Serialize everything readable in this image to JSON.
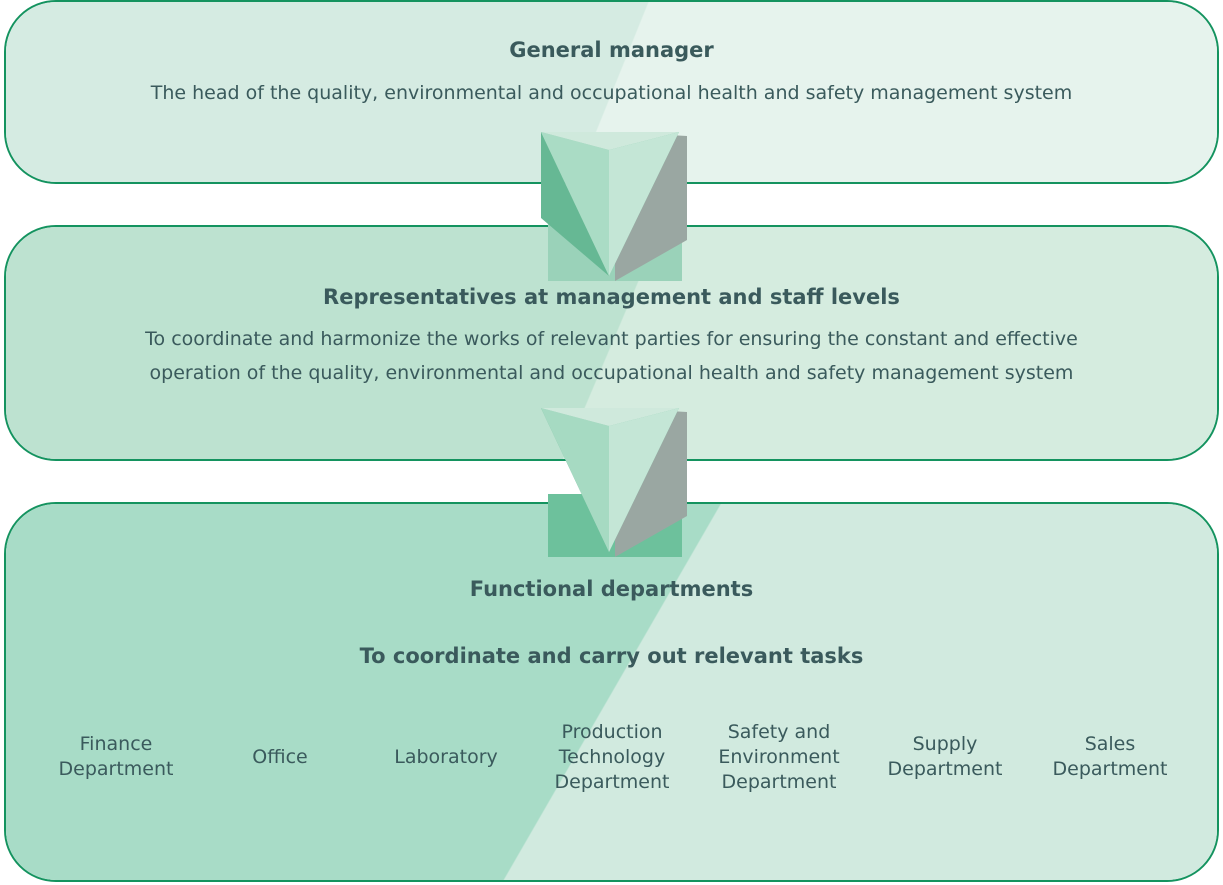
{
  "levels": [
    {
      "title": "General manager",
      "description": [
        "The head of the quality, environmental and occupational health and safety management system"
      ]
    },
    {
      "title": "Representatives at management and staff levels",
      "description": [
        "To coordinate and harmonize the works of relevant parties for ensuring the constant and effective",
        "operation of the quality, environmental and occupational health and safety management system"
      ]
    },
    {
      "title": "Functional departments",
      "subtitle": "To coordinate and carry out relevant tasks",
      "departments": [
        "Finance Department",
        "Office",
        "Laboratory",
        "Production Technology Department",
        "Safety and Environment Department",
        "Supply Department",
        "Sales Department"
      ]
    }
  ],
  "colors": {
    "border": "#14935f",
    "text": "#3a5a5c",
    "arrow_light": "#c4e6d6",
    "arrow_mid": "#7fc6a7",
    "arrow_dark": "#4fae87",
    "arrow_shadow": "#9aa7a2"
  },
  "icons": [
    "chevron-down-icon",
    "chevron-down-icon"
  ]
}
